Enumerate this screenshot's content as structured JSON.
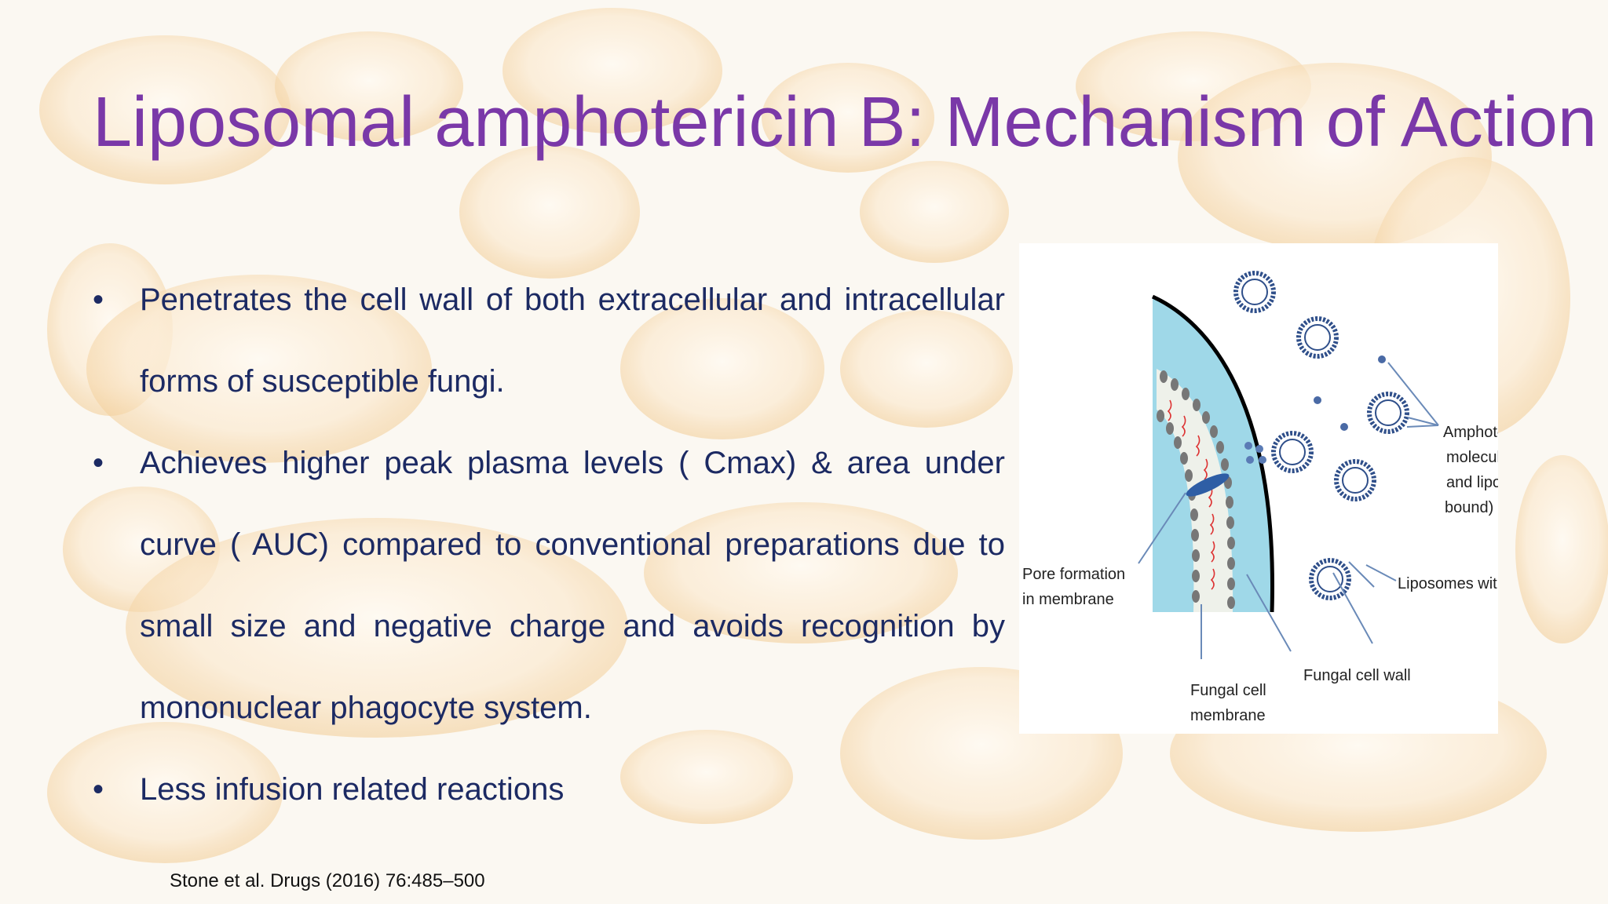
{
  "slide": {
    "title": "Liposomal amphotericin B: Mechanism of Action",
    "bullets": [
      "Penetrates the cell wall of both extracellular and intracellular forms of susceptible fungi.",
      "Achieves higher peak plasma levels ( Cmax) & area under curve ( AUC) compared to conventional preparations due to small size and negative charge and avoids recognition by mononuclear phagocyte system.",
      "Less infusion related reactions"
    ],
    "bullet_symbol": "•",
    "citation": "Stone et al. Drugs (2016) 76:485–500"
  },
  "figure": {
    "labels": {
      "amphotericin_line1": "Amphotericin B",
      "amphotericin_line2": "molecules (free",
      "amphotericin_line3": "and liposome",
      "amphotericin_line4": "bound)",
      "pore_line1": "Pore formation",
      "pore_line2": "in membrane",
      "liposomes": "Liposomes with AmB",
      "cell_wall": "Fungal cell wall",
      "membrane_line1": "Fungal cell",
      "membrane_line2": "membrane"
    }
  },
  "colors": {
    "title": "#7a38a8",
    "body_text": "#1c2a63",
    "cell_wall_fill": "#9fd8e8",
    "liposome": "#2f4f8a"
  }
}
